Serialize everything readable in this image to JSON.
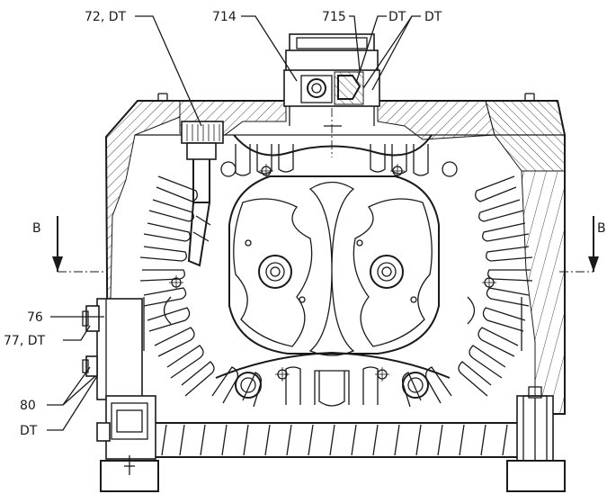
{
  "labels": {
    "callout_72": "72, DT",
    "callout_714": "714",
    "callout_715": "715",
    "callout_dt_top_1": "DT",
    "callout_dt_top_2": "DT",
    "section_b_left": "B",
    "section_b_right": "B",
    "callout_76": "76",
    "callout_77": "77, DT",
    "callout_80": "80",
    "callout_dt_bottom": "DT"
  },
  "colors": {
    "line": "#1a1a1a",
    "background": "#ffffff"
  }
}
